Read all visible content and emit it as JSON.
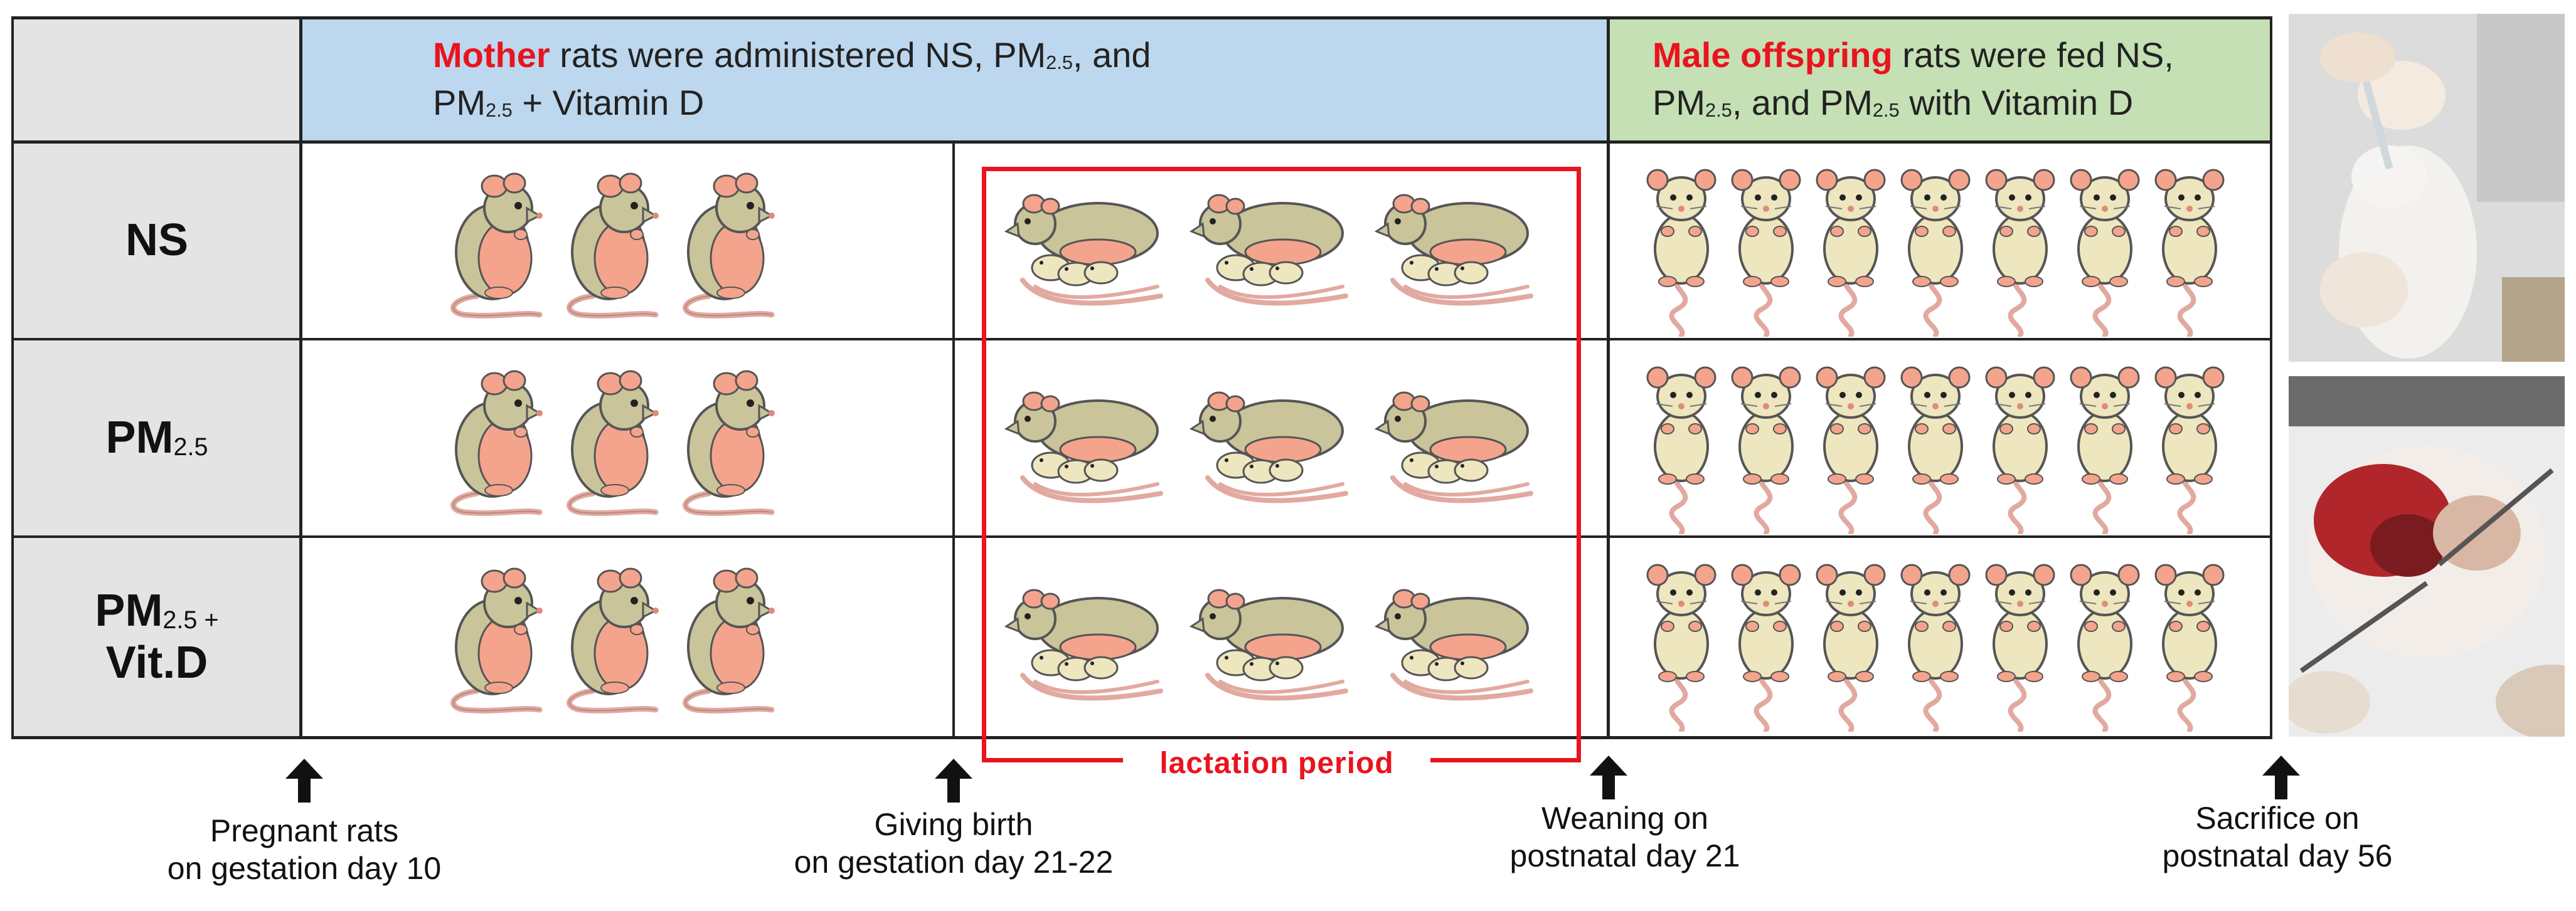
{
  "header": {
    "left_highlight": "Mother",
    "left_line1": " rats were administered NS, PM",
    "left_sub": "2.5",
    "left_line1_end": ", and",
    "left_line2": "PM",
    "left_line2_sub": "2.5",
    "left_line2_end": " + Vitamin D",
    "right_highlight": "Male offspring",
    "right_line1": " rats were fed NS,",
    "right_line2a": "PM",
    "right_line2a_sub": "2.5",
    "right_line2b": ", and PM",
    "right_line2b_sub": "2.5",
    "right_line2c": " with Vitamin D"
  },
  "rows": [
    {
      "label": "NS",
      "sub": "",
      "suffix": "",
      "line2": ""
    },
    {
      "label": "PM",
      "sub": "2.5",
      "suffix": "",
      "line2": ""
    },
    {
      "label": "PM",
      "sub": "2.5 +",
      "suffix": "",
      "line2": "Vit.D"
    }
  ],
  "lactation_label": "lactation period",
  "timeline": [
    {
      "line1": "Pregnant rats",
      "line2": "on gestation day 10"
    },
    {
      "line1": "Giving birth",
      "line2": "on gestation day 21-22"
    },
    {
      "line1": "Weaning on",
      "line2": "postnatal day 21"
    },
    {
      "line1": "Sacrifice on",
      "line2": "postnatal day 56"
    }
  ],
  "colors": {
    "header_left_bg": "#bdd7ee",
    "header_right_bg": "#c5e0b4",
    "label_bg": "#e4e4e4",
    "accent_red": "#e8141e",
    "rat_body": "#c9c49a",
    "rat_belly": "#f4a48c",
    "pup_body": "#ede6bf",
    "tail": "#e2a9a0"
  },
  "icons": {
    "pregnant_rat": "pregnant-rat-icon",
    "nursing_rat": "nursing-rat-icon",
    "offspring_rat": "offspring-rat-icon",
    "timeline_arrow": "up-arrow-icon"
  }
}
